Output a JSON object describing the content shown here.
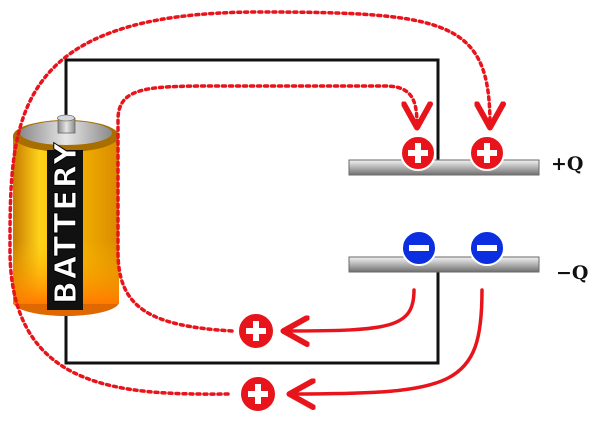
{
  "battery": {
    "label": "BATTERY"
  },
  "plates": {
    "top_label": "+Q",
    "bottom_label": "−Q"
  },
  "colors": {
    "wire": "#111111",
    "flow": "#e8141c",
    "positive": "#e8141c",
    "negative": "#0a2ee0",
    "battery_body": "#f5b400"
  },
  "icons": [
    "positive-charge-icon",
    "negative-charge-icon",
    "arrow-icon"
  ]
}
